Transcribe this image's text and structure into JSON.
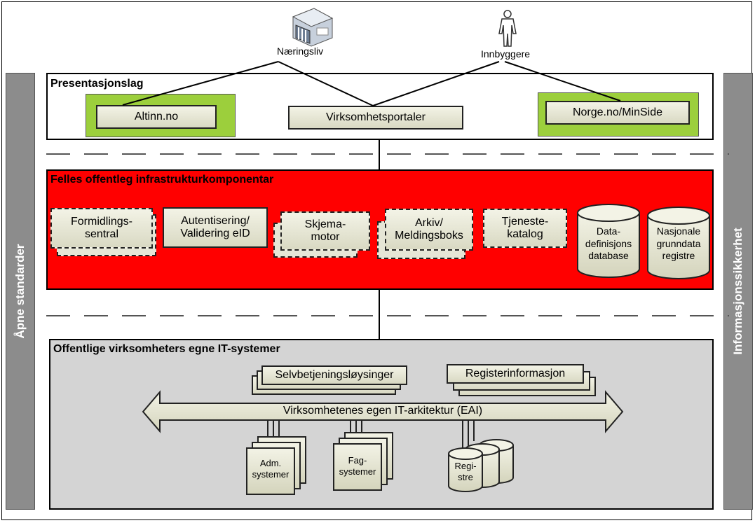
{
  "actors": {
    "business": "Næringsliv",
    "citizens": "Innbyggere"
  },
  "sidebars": {
    "left": "Åpne standarder",
    "right": "Informasjonssikkerhet"
  },
  "presentation": {
    "title": "Presentasjonslag",
    "altinn": "Altinn.no",
    "portals": "Virksomhetsportaler",
    "norge": "Norge.no/MinSide"
  },
  "infrastructure": {
    "title": "Felles offentleg infrastrukturkomponentar",
    "formidling": [
      "Formidlings-",
      "sentral"
    ],
    "autentisering": [
      "Autentisering/",
      "Validering eID"
    ],
    "skjema": [
      "Skjema-",
      "motor"
    ],
    "arkiv": [
      "Arkiv/",
      "Meldingsboks"
    ],
    "tjeneste": [
      "Tjeneste-",
      "katalog"
    ],
    "datadef": [
      "Data-",
      "definisjons",
      "database"
    ],
    "nasjonale": [
      "Nasjonale",
      "grunndata",
      "registre"
    ]
  },
  "systems": {
    "title": "Offentlige virksomheters egne IT-systemer",
    "self_service": "Selvbetjeningsløysinger",
    "register_info": "Registerinformasjon",
    "eai": "Virksomhetenes egen IT-arkitektur (EAI)",
    "adm": [
      "Adm.",
      "systemer"
    ],
    "fag": [
      "Fag-",
      "systemer"
    ],
    "registre": [
      "Regi-",
      "stre"
    ]
  },
  "colors": {
    "infra_bg": "#ff0000",
    "green": "#9ccf3c",
    "sidebar": "#8c8c8c",
    "systems_bg": "#d4d4d4"
  },
  "icons": [
    "building-icon",
    "person-icon"
  ]
}
